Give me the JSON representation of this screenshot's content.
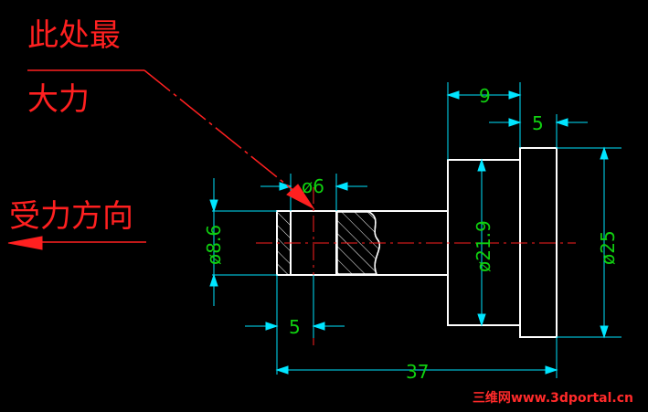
{
  "annotations": {
    "max_force_line1": "此处最",
    "max_force_line2": "大力",
    "force_direction": "受力方向"
  },
  "dimensions": {
    "d_6": "ø6",
    "d_8_6": "ø8.6",
    "d_21_9": "ø21.9",
    "d_25": "ø25",
    "len_9": "9",
    "len_5_top": "5",
    "len_5_bottom": "5",
    "len_37": "37"
  },
  "watermark": {
    "cn": "三维网",
    "url": "www.3dportal.cn"
  },
  "colors": {
    "background": "#000000",
    "outline": "#ffffff",
    "dimension_line": "#00e5ff",
    "dimension_text": "#10d010",
    "annotation": "#ff2020",
    "centerline": "#ff2020"
  }
}
